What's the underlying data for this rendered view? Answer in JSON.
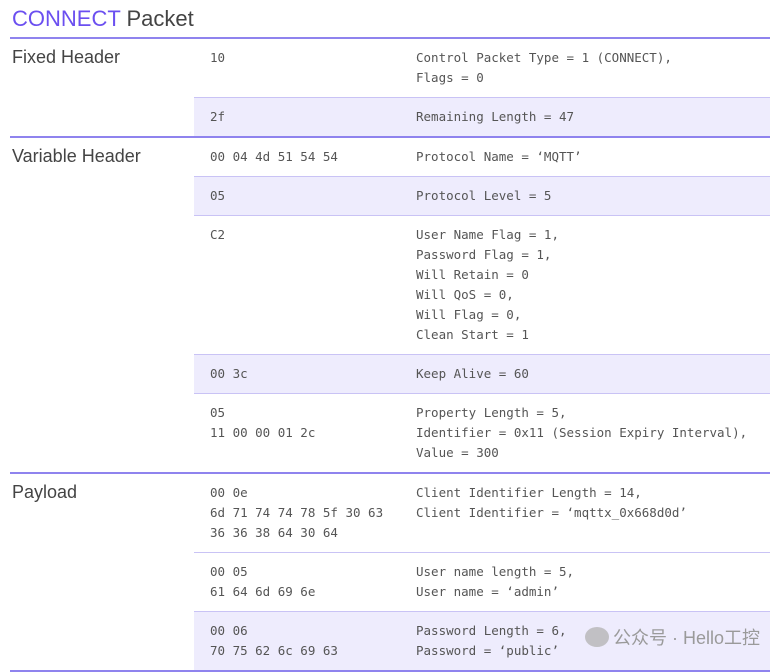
{
  "title": {
    "accent": "CONNECT",
    "rest": " Packet"
  },
  "sections": [
    {
      "label": "Fixed Header",
      "rows": [
        {
          "hex": "10",
          "desc": "Control Packet Type = 1 (CONNECT),\nFlags = 0",
          "shaded": false
        },
        {
          "hex": "2f",
          "desc": "Remaining Length = 47",
          "shaded": true
        }
      ]
    },
    {
      "label": "Variable Header",
      "rows": [
        {
          "hex": "00 04 4d 51 54 54",
          "desc": "Protocol Name = ‘MQTT’",
          "shaded": false
        },
        {
          "hex": "05",
          "desc": "Protocol Level = 5",
          "shaded": true
        },
        {
          "hex": "C2",
          "desc": "User Name Flag = 1,\nPassword Flag = 1,\nWill Retain = 0\nWill QoS = 0,\nWill Flag = 0,\nClean Start = 1",
          "shaded": false
        },
        {
          "hex": "00 3c",
          "desc": "Keep Alive = 60",
          "shaded": true
        },
        {
          "hex": "05\n11 00 00 01 2c",
          "desc": "Property Length = 5,\nIdentifier = 0x11 (Session Expiry Interval),\nValue = 300",
          "shaded": false
        }
      ]
    },
    {
      "label": "Payload",
      "rows": [
        {
          "hex": "00 0e\n6d 71 74 74 78 5f 30 63\n36 36 38 64 30 64",
          "desc": "Client Identifier Length = 14,\nClient Identifier = ‘mqttx_0x668d0d’",
          "shaded": false
        },
        {
          "hex": "00 05\n61 64 6d 69 6e",
          "desc": "User name length = 5,\nUser name = ‘admin’",
          "shaded": false
        },
        {
          "hex": "00 06\n70 75 62 6c 69 63",
          "desc": "Password Length = 6,\nPassword = ‘public’",
          "shaded": true
        }
      ]
    }
  ],
  "watermark": "公众号 · Hello工控",
  "colors": {
    "accent": "#6b4ff0",
    "rule": "#8f83ee",
    "shade": "#eeecfd"
  }
}
